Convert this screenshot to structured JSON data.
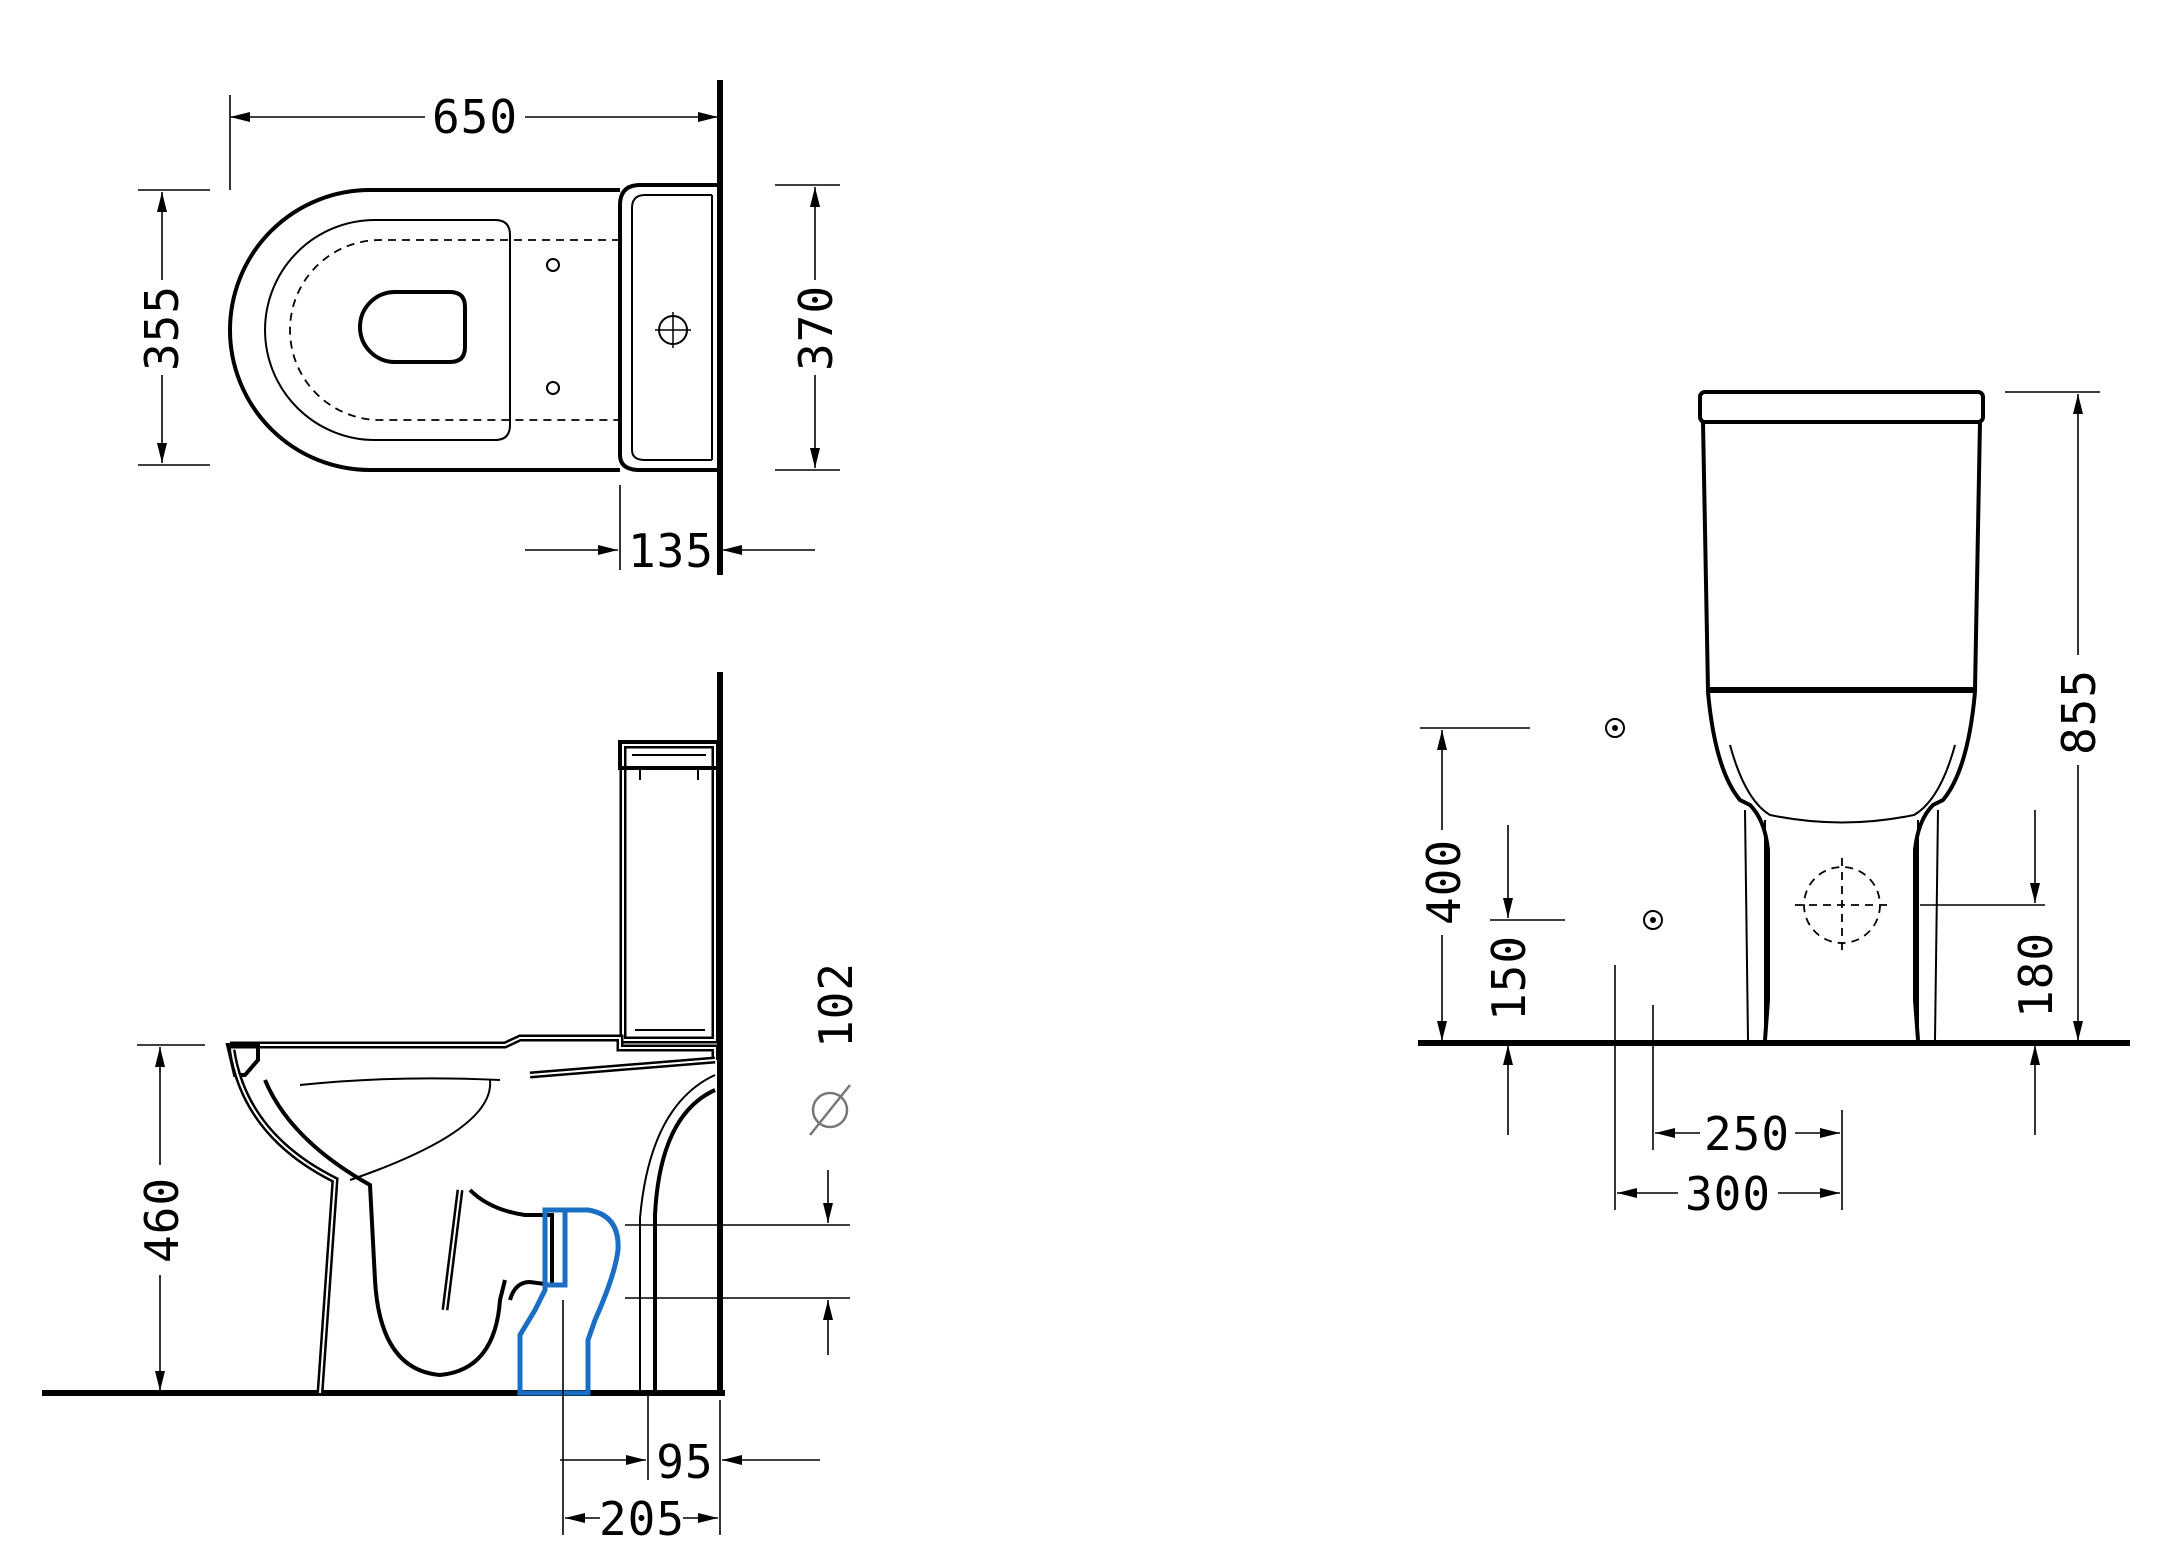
{
  "views": {
    "top": {
      "dims": {
        "overall_length": "650",
        "bowl_width": "355",
        "tank_width": "370",
        "tank_depth": "135"
      }
    },
    "side": {
      "dims": {
        "seat_height": "460",
        "outlet_diameter_symbol": "∅",
        "outlet_diameter": "102",
        "outlet_to_wall_a": "95",
        "outlet_to_wall_b": "205"
      }
    },
    "front": {
      "dims": {
        "total_height": "855",
        "fixing_height_upper": "400",
        "fixing_height_lower": "150",
        "outlet_height": "180",
        "fixing_spacing_inner": "250",
        "fixing_spacing_outer": "300"
      }
    }
  },
  "colors": {
    "line": "#000000",
    "pipe_highlight": "#1a6fc4",
    "diameter_symbol": "#777777"
  }
}
